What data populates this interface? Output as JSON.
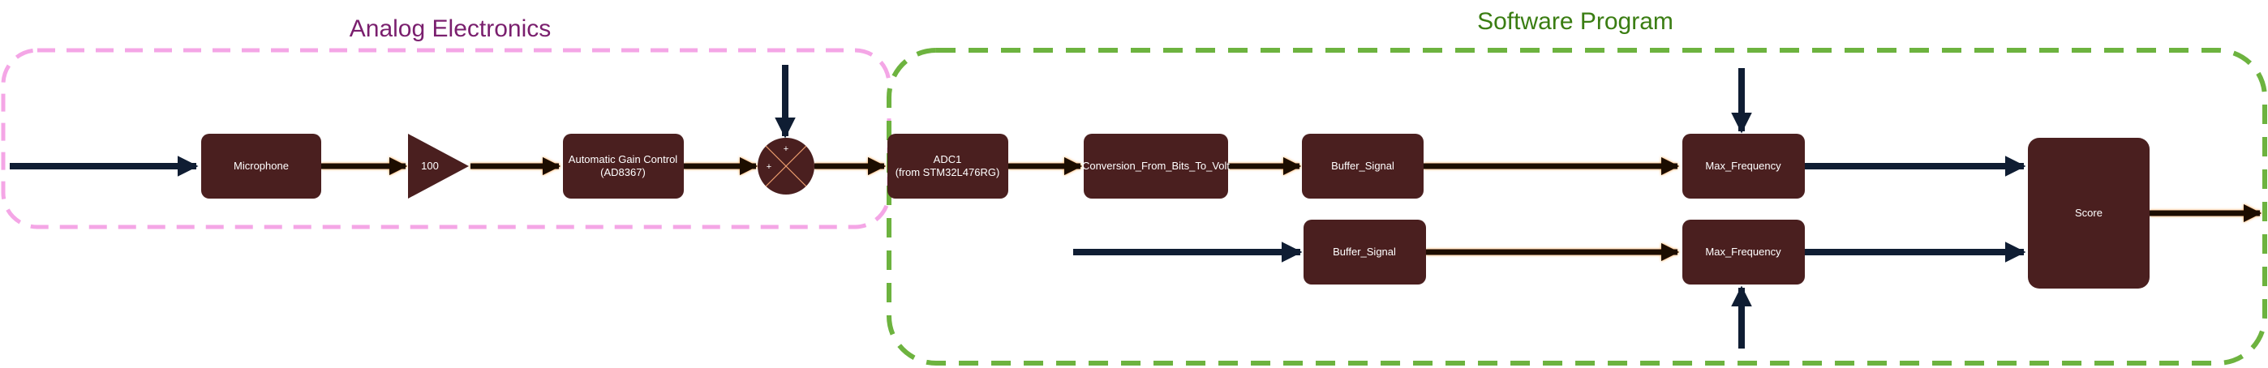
{
  "colors": {
    "block_fill": "#4a1f1f",
    "analog_border": "#f4a6e6",
    "analog_title": "#7a1f6e",
    "software_border": "#6db33f",
    "software_title": "#3a7d12",
    "input_arrow": "#0f1d33",
    "signal_arrow_dark": "#1e0d00",
    "signal_arrow_glow": "#ff8c1a"
  },
  "groups": {
    "analog_title": "Analog Electronics",
    "software_title": "Software Program"
  },
  "blocks": {
    "microphone": "Microphone",
    "gain": "100",
    "agc_line1": "Automatic Gain Control",
    "agc_line2": "(AD8367)",
    "sum_plus_top": "+",
    "sum_plus_left": "+",
    "adc_line1": "ADC1",
    "adc_line2": "(from STM32L476RG)",
    "conversion": "Conversion_From_Bits_To_Volt",
    "buffer_top": "Buffer_Signal",
    "buffer_bottom": "Buffer_Signal",
    "maxfreq_top": "Max_Frequency",
    "maxfreq_bottom": "Max_Frequency",
    "score": "Score"
  }
}
